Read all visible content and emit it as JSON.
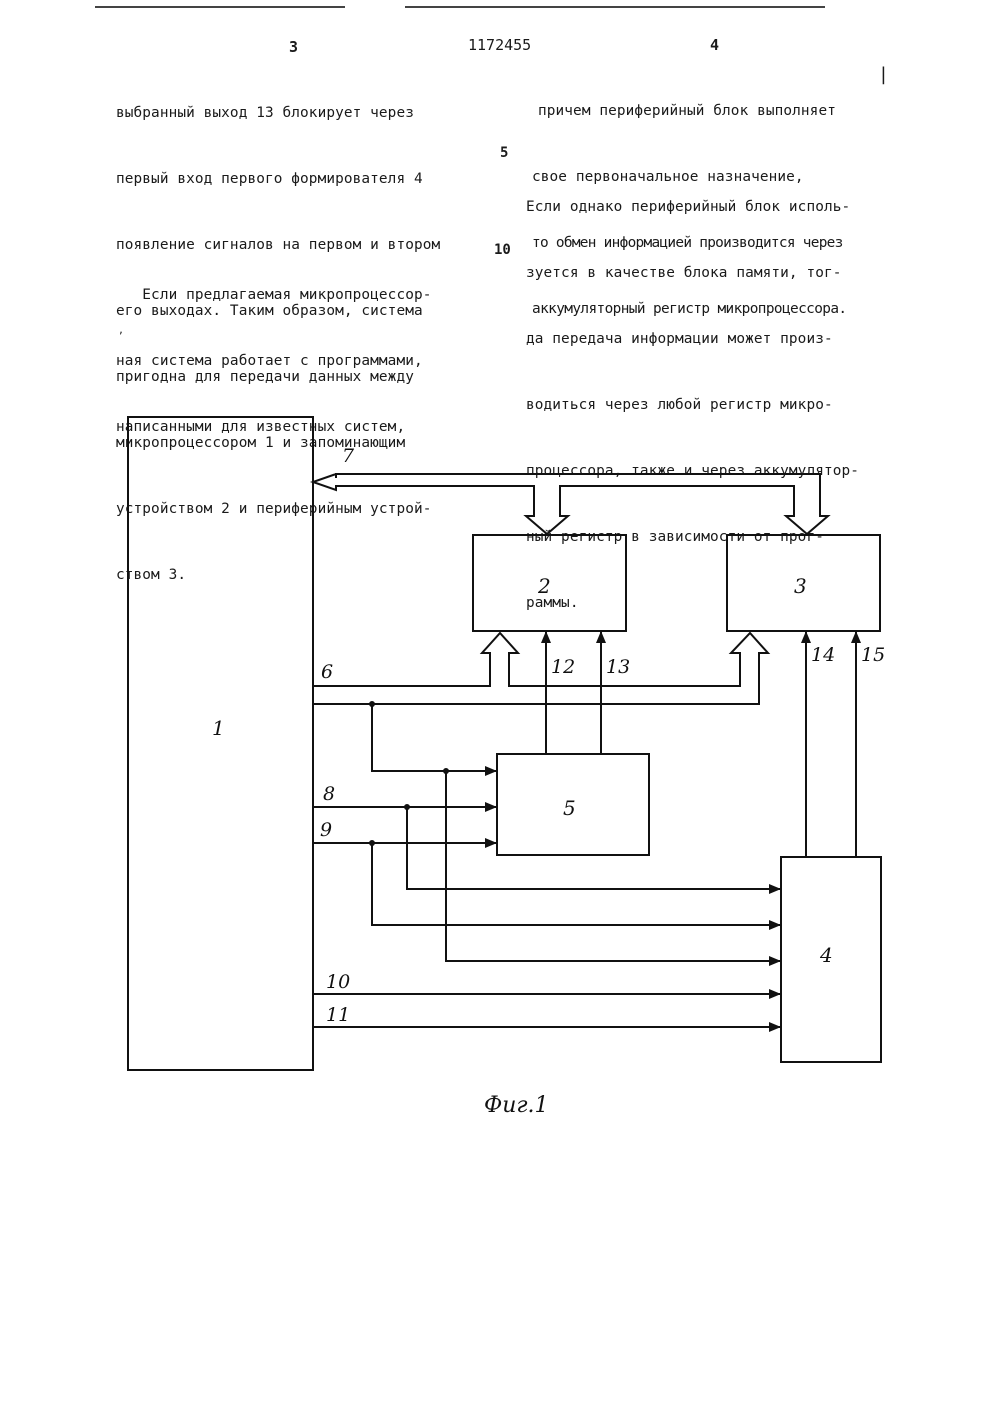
{
  "header": {
    "page_left": "3",
    "patent_number": "1172455",
    "page_right": "4"
  },
  "left_column": {
    "lines": [
      "выбранный выход 13 блокирует через",
      "первый вход первого формирователя 4",
      "появление сигналов на первом и втором",
      "его выходах. Таким образом, система",
      "пригодна для передачи данных между",
      "микропроцессором 1 и запоминающим",
      "устройством 2 и периферийным устрой-",
      "ством 3."
    ],
    "lines2": [
      "   Если предлагаемая микропроцессор-",
      "ная система работает с программами,",
      "написанными для известных систем,"
    ]
  },
  "right_column": {
    "lines": [
      "причем периферийный блок выполняет",
      "свое первоначальное назначение,",
      "то обмен информацией производится через",
      "аккумуляторный регистр микропроцессора."
    ],
    "lines2": [
      "Если однако периферийный блок исполь-",
      "зуется в качестве блока памяти, тог-",
      "да передача информации может произ-",
      "водиться через любой регистр микро-",
      "процессора, также и через аккумулятор-",
      "ный регистр в зависимости от прог-",
      "раммы."
    ]
  },
  "line_numbers": {
    "five": "5",
    "ten": "10"
  },
  "figure": {
    "blocks": {
      "b1": "1",
      "b2": "2",
      "b3": "3",
      "b4": "4",
      "b5": "5"
    },
    "wires": {
      "w6": "6",
      "w7": "7",
      "w8": "8",
      "w9": "9",
      "w10": "10",
      "w11": "11",
      "w12": "12",
      "w13": "13",
      "w14": "14",
      "w15": "15"
    },
    "caption": "Фиг.1"
  }
}
